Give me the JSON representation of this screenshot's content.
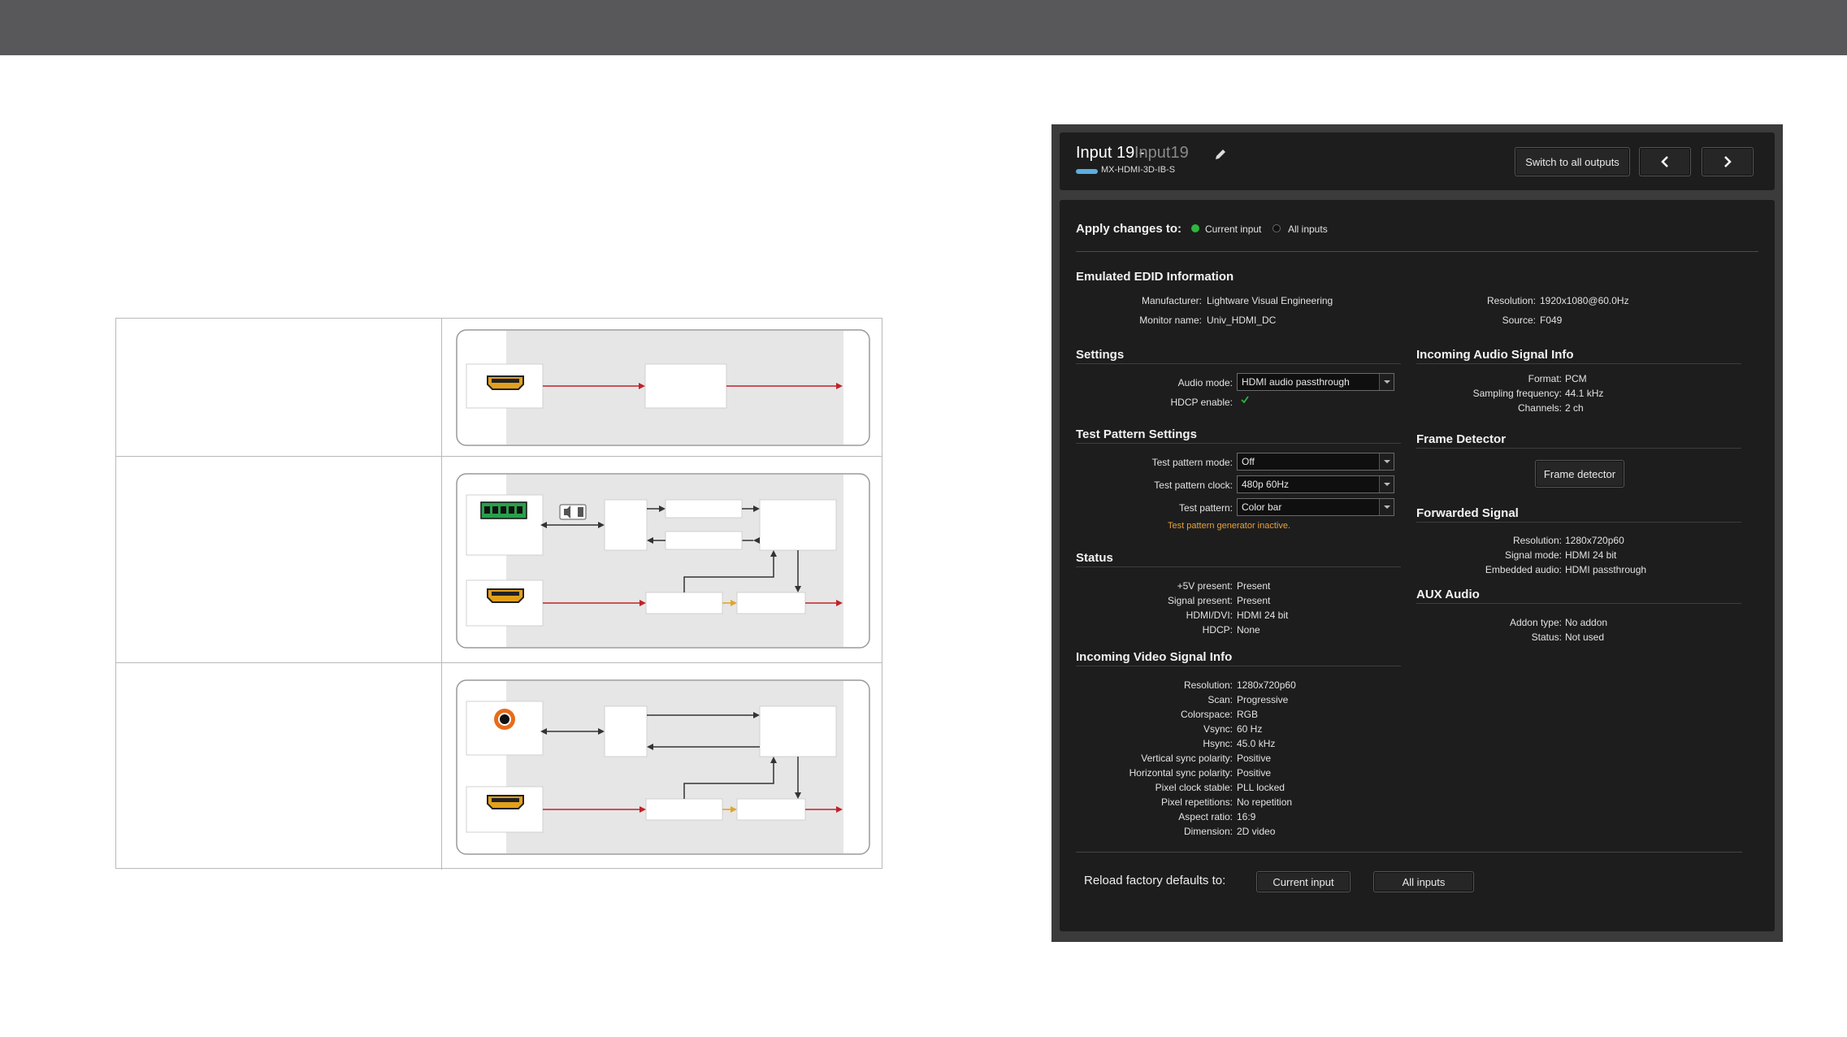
{
  "panel": {
    "header": {
      "title_prefix": "Input 19 -",
      "title_name": "Input19",
      "device": "MX-HDMI-3D-IB-S",
      "device_color": "#5aaee0",
      "switch_button": "Switch to all outputs",
      "prev_icon": "chevron-left-icon",
      "next_icon": "chevron-right-icon"
    },
    "apply": {
      "label": "Apply changes to:",
      "option_current": "Current input",
      "option_all": "All inputs",
      "selected": "Current input"
    },
    "edid": {
      "title": "Emulated EDID Information",
      "manufacturer_label": "Manufacturer:",
      "manufacturer": "Lightware Visual Engineering",
      "monitor_label": "Monitor name:",
      "monitor": "Univ_HDMI_DC",
      "resolution_label": "Resolution:",
      "resolution": "1920x1080@60.0Hz",
      "source_label": "Source:",
      "source": "F049"
    },
    "settings": {
      "title": "Settings",
      "audio_mode_label": "Audio mode:",
      "audio_mode": "HDMI audio passthrough",
      "hdcp_label": "HDCP enable:",
      "hdcp_checked": true
    },
    "test_pattern": {
      "title": "Test Pattern Settings",
      "mode_label": "Test pattern mode:",
      "mode": "Off",
      "clock_label": "Test pattern clock:",
      "clock": "480p 60Hz",
      "pattern_label": "Test pattern:",
      "pattern": "Color bar",
      "warning": "Test pattern generator inactive.",
      "warning_color": "#e7a23a"
    },
    "status": {
      "title": "Status",
      "rows": [
        {
          "label": "+5V present:",
          "value": "Present"
        },
        {
          "label": "Signal present:",
          "value": "Present"
        },
        {
          "label": "HDMI/DVI:",
          "value": "HDMI 24 bit"
        },
        {
          "label": "HDCP:",
          "value": "None"
        }
      ]
    },
    "video": {
      "title": "Incoming Video Signal Info",
      "rows": [
        {
          "label": "Resolution:",
          "value": "1280x720p60"
        },
        {
          "label": "Scan:",
          "value": "Progressive"
        },
        {
          "label": "Colorspace:",
          "value": "RGB"
        },
        {
          "label": "Vsync:",
          "value": "60 Hz"
        },
        {
          "label": "Hsync:",
          "value": "45.0 kHz"
        },
        {
          "label": "Vertical sync polarity:",
          "value": "Positive"
        },
        {
          "label": "Horizontal sync polarity:",
          "value": "Positive"
        },
        {
          "label": "Pixel clock stable:",
          "value": "PLL locked"
        },
        {
          "label": "Pixel repetitions:",
          "value": "No repetition"
        },
        {
          "label": "Aspect ratio:",
          "value": "16:9"
        },
        {
          "label": "Dimension:",
          "value": "2D video"
        }
      ]
    },
    "audio_info": {
      "title": "Incoming Audio Signal Info",
      "rows": [
        {
          "label": "Format:",
          "value": "PCM"
        },
        {
          "label": "Sampling frequency:",
          "value": "44.1 kHz"
        },
        {
          "label": "Channels:",
          "value": "2 ch"
        }
      ]
    },
    "frame_detector": {
      "title": "Frame Detector",
      "button": "Frame detector"
    },
    "forwarded": {
      "title": "Forwarded Signal",
      "rows": [
        {
          "label": "Resolution:",
          "value": "1280x720p60"
        },
        {
          "label": "Signal mode:",
          "value": "HDMI 24 bit"
        },
        {
          "label": "Embedded audio:",
          "value": "HDMI passthrough"
        }
      ]
    },
    "aux": {
      "title": "AUX Audio",
      "rows": [
        {
          "label": "Addon type:",
          "value": "No addon"
        },
        {
          "label": "Status:",
          "value": "Not used"
        }
      ]
    },
    "reload": {
      "label": "Reload factory defaults to:",
      "current_button": "Current input",
      "all_button": "All inputs"
    }
  },
  "diagram_colors": {
    "video_line": "#c0222a",
    "dark_line": "#333333",
    "yellow_arrow": "#e1a52b",
    "hdmi_port": "#e3a01b",
    "terminal_block": "#28a04a",
    "rca_port": "#e86c19"
  }
}
